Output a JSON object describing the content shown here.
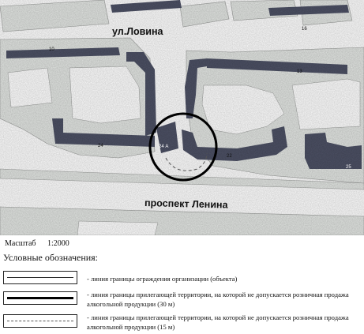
{
  "map": {
    "street_top": "ул.Ловина",
    "street_bottom": "проспект Ленина",
    "building_numbers": [
      "10",
      "16",
      "13",
      "24",
      "24 А",
      "22",
      "25"
    ]
  },
  "scale": {
    "label": "Масштаб",
    "value": "1:2000"
  },
  "legend": {
    "title": "Условные обозначения:",
    "items": [
      {
        "symbol": "thin-line",
        "text": "- линия границы ограждения организации (объекта)"
      },
      {
        "symbol": "thick-line",
        "text": "- линия границы прилегающей территории, на которой не допускается розничная продажа алкогольной продукции (30 м)"
      },
      {
        "symbol": "dashed-line",
        "text": "- линия границы прилегающей территории, на которой не допускается розничная продажа алкогольной продукции (15 м)"
      }
    ]
  },
  "colors": {
    "building": "#4d5165",
    "block": "#e4e7e4",
    "road": "#ffffff",
    "boundary": "#000000"
  }
}
